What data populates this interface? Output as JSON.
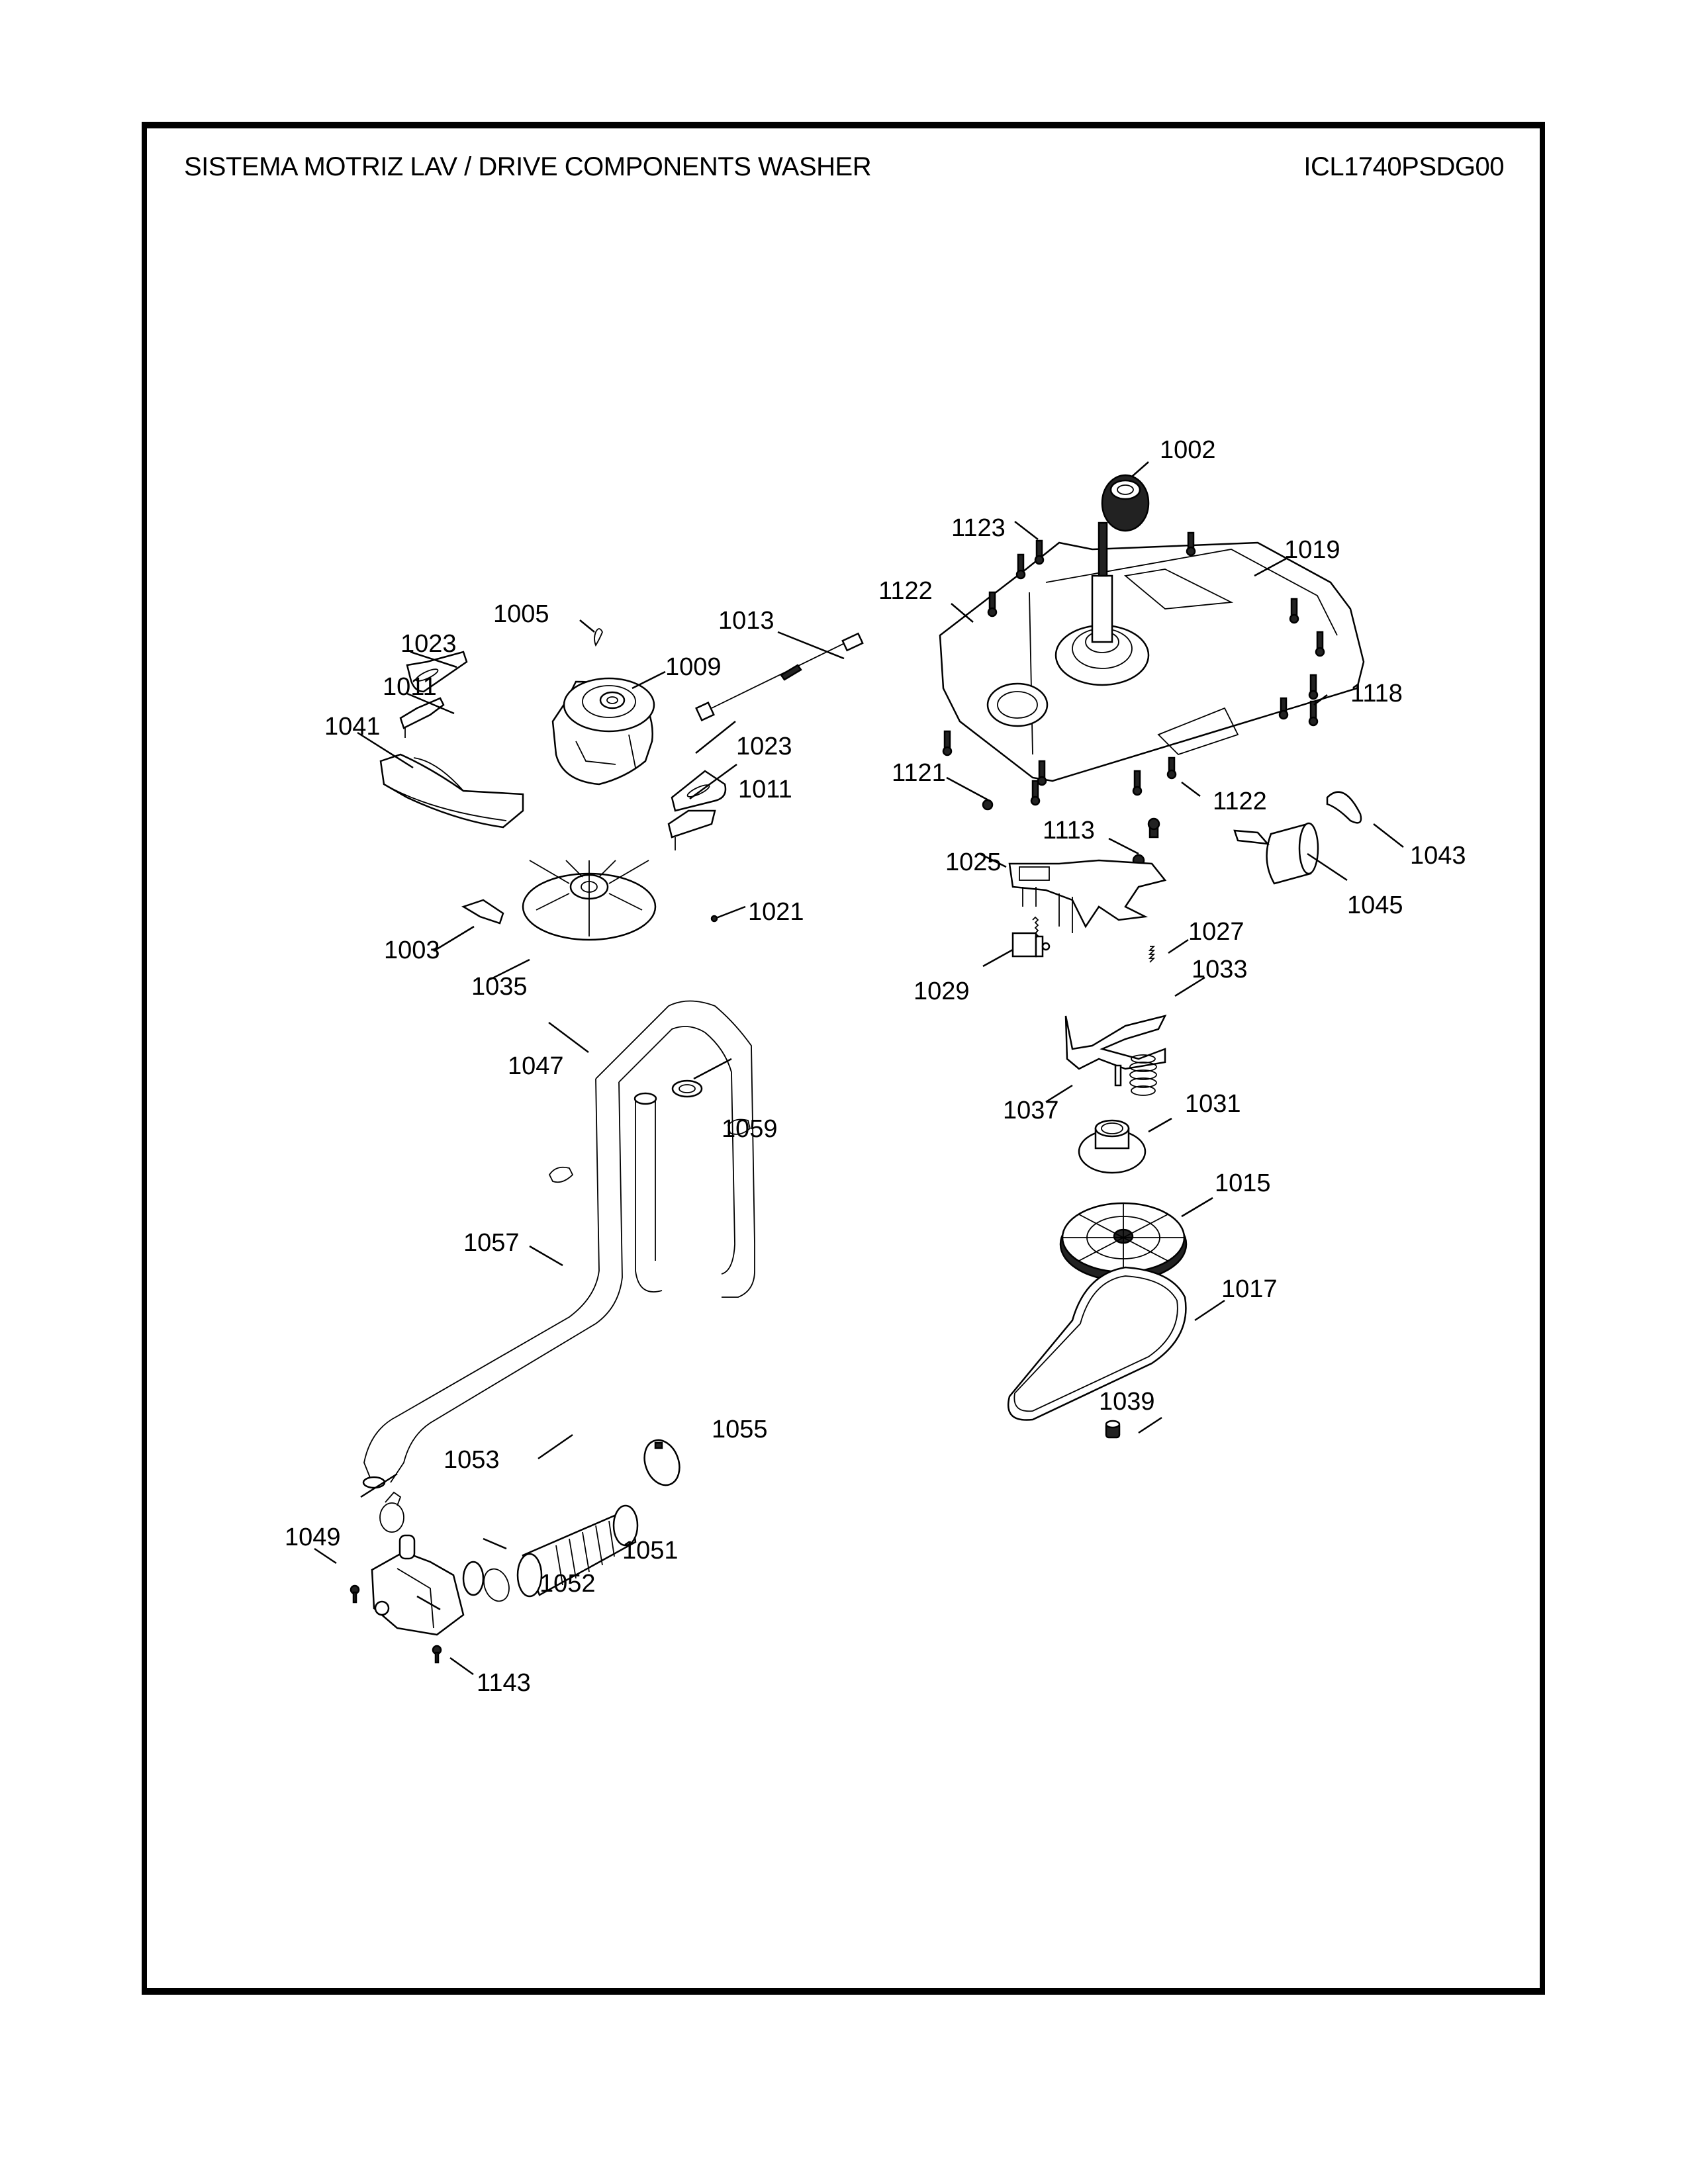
{
  "header": {
    "title": "SISTEMA MOTRIZ LAV / DRIVE COMPONENTS WASHER",
    "model": "ICL1740PSDG00"
  },
  "callouts": [
    {
      "id": "1002",
      "part": "seal-cap"
    },
    {
      "id": "1123",
      "part": "screw"
    },
    {
      "id": "1019",
      "part": "transmission-mounting-plate"
    },
    {
      "id": "1122a",
      "label": "1122",
      "part": "screw"
    },
    {
      "id": "1118",
      "part": "screw"
    },
    {
      "id": "1121",
      "part": "screw"
    },
    {
      "id": "1122b",
      "label": "1122",
      "part": "screw"
    },
    {
      "id": "1113",
      "part": "bolt"
    },
    {
      "id": "1043",
      "part": "capacitor-clamp"
    },
    {
      "id": "1045",
      "part": "capacitor"
    },
    {
      "id": "1025",
      "part": "shift-actuator-bracket"
    },
    {
      "id": "1027",
      "part": "extension-spring"
    },
    {
      "id": "1029",
      "part": "solenoid"
    },
    {
      "id": "1033",
      "part": "shift-fork"
    },
    {
      "id": "1037",
      "part": "compression-spring"
    },
    {
      "id": "1031",
      "part": "clutch-gear"
    },
    {
      "id": "1015",
      "part": "pulley"
    },
    {
      "id": "1017",
      "part": "drive-belt"
    },
    {
      "id": "1039",
      "part": "nut"
    },
    {
      "id": "1005",
      "part": "clip"
    },
    {
      "id": "1013",
      "part": "wire-harness"
    },
    {
      "id": "1023a",
      "label": "1023",
      "part": "motor-mount-pad"
    },
    {
      "id": "1009",
      "part": "motor"
    },
    {
      "id": "1011a",
      "label": "1011",
      "part": "motor-mount-bracket"
    },
    {
      "id": "1041",
      "part": "motor-shield"
    },
    {
      "id": "1023b",
      "label": "1023",
      "part": "motor-mount-pad"
    },
    {
      "id": "1011b",
      "label": "1011",
      "part": "motor-mount-bracket"
    },
    {
      "id": "1003",
      "part": "bracket-clip"
    },
    {
      "id": "1021",
      "part": "retaining-ring"
    },
    {
      "id": "1035",
      "part": "fan"
    },
    {
      "id": "1047",
      "part": "drain-hose"
    },
    {
      "id": "1059",
      "part": "grommet"
    },
    {
      "id": "1057",
      "part": "hose-clip"
    },
    {
      "id": "1053",
      "part": "hose-clamp"
    },
    {
      "id": "1055",
      "part": "hose-clamp-worm"
    },
    {
      "id": "1049",
      "part": "drain-pump"
    },
    {
      "id": "1051",
      "part": "pump-hose"
    },
    {
      "id": "1052",
      "part": "hose-clamp"
    },
    {
      "id": "1143",
      "part": "screw"
    }
  ],
  "labels": {
    "1002": "1002",
    "1123": "1123",
    "1019": "1019",
    "1122a": "1122",
    "1118": "1118",
    "1121": "1121",
    "1122b": "1122",
    "1113": "1113",
    "1043": "1043",
    "1045": "1045",
    "1025": "1025",
    "1027": "1027",
    "1029": "1029",
    "1033": "1033",
    "1037": "1037",
    "1031": "1031",
    "1015": "1015",
    "1017": "1017",
    "1039": "1039",
    "1005": "1005",
    "1013": "1013",
    "1023a": "1023",
    "1009": "1009",
    "1011a": "1011",
    "1041": "1041",
    "1023b": "1023",
    "1011b": "1011",
    "1003": "1003",
    "1021": "1021",
    "1035": "1035",
    "1047": "1047",
    "1059": "1059",
    "1057": "1057",
    "1053": "1053",
    "1055": "1055",
    "1049": "1049",
    "1051": "1051",
    "1052": "1052",
    "1143": "1143"
  },
  "colors": {
    "line": "#000000",
    "background": "#ffffff"
  }
}
